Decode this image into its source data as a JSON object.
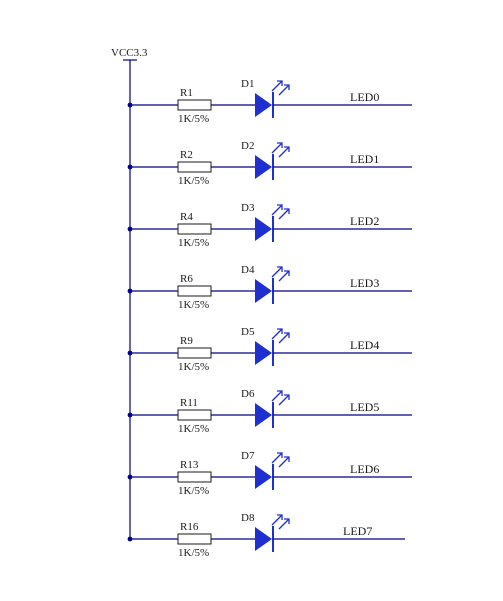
{
  "power_rail": {
    "label": "VCC3.3"
  },
  "colors": {
    "wire": "#00008b",
    "diode": "#1f2fd0",
    "resistor": "#1a1a1a",
    "text": "#1a1a1a"
  },
  "rows": [
    {
      "resistor": "R1",
      "value": "1K/5%",
      "diode": "D1",
      "net": "LED0"
    },
    {
      "resistor": "R2",
      "value": "1K/5%",
      "diode": "D2",
      "net": "LED1"
    },
    {
      "resistor": "R4",
      "value": "1K/5%",
      "diode": "D3",
      "net": "LED2"
    },
    {
      "resistor": "R6",
      "value": "1K/5%",
      "diode": "D4",
      "net": "LED3"
    },
    {
      "resistor": "R9",
      "value": "1K/5%",
      "diode": "D5",
      "net": "LED4"
    },
    {
      "resistor": "R11",
      "value": "1K/5%",
      "diode": "D6",
      "net": "LED5"
    },
    {
      "resistor": "R13",
      "value": "1K/5%",
      "diode": "D7",
      "net": "LED6"
    },
    {
      "resistor": "R16",
      "value": "1K/5%",
      "diode": "D8",
      "net": "LED7"
    }
  ]
}
